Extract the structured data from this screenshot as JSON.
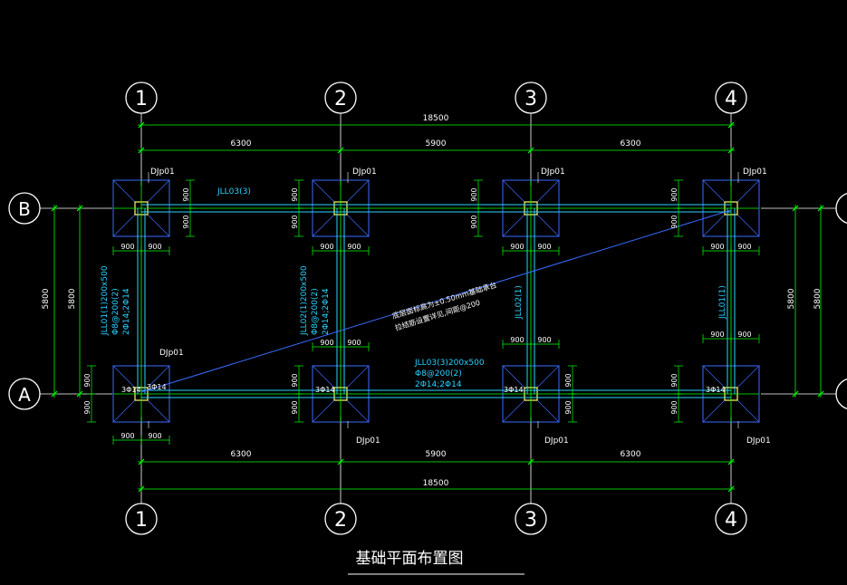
{
  "title": "基础平面布置图",
  "axes_top": [
    "1",
    "2",
    "3",
    "4"
  ],
  "axes_bottom": [
    "1",
    "2",
    "3",
    "4"
  ],
  "axes_left": [
    "B",
    "A"
  ],
  "dims": {
    "total": "18500",
    "spans": [
      "6300",
      "5900",
      "6300"
    ],
    "row_span": "5800",
    "half": "900"
  },
  "footing_label": "DJp01",
  "beam_top": "JLL03(3)",
  "beam_bottom": [
    "JLL03(3)200x500",
    "Φ8@200(2)",
    "2Φ14;2Φ14"
  ],
  "beam_left": [
    "JLL01(1)200x500",
    "Φ8@200(2)",
    "2Φ14;2Φ14"
  ],
  "beam_mid": [
    "JLL02(1)200x500",
    "Φ8@200(2)",
    "2Φ14;2Φ14"
  ],
  "beam_v3": "JLL02(1)",
  "beam_v4": "JLL01(1)",
  "rebar": "3Φ14",
  "note": [
    "底层面标高为±0.50mm基础承台",
    "拉结筋设置详见,间距@200"
  ],
  "colors": {
    "axis": "#00ff00",
    "beam": "#29d3ff",
    "footing": "#3a6bff",
    "text": "#ffffff",
    "white": "#ffffff"
  }
}
